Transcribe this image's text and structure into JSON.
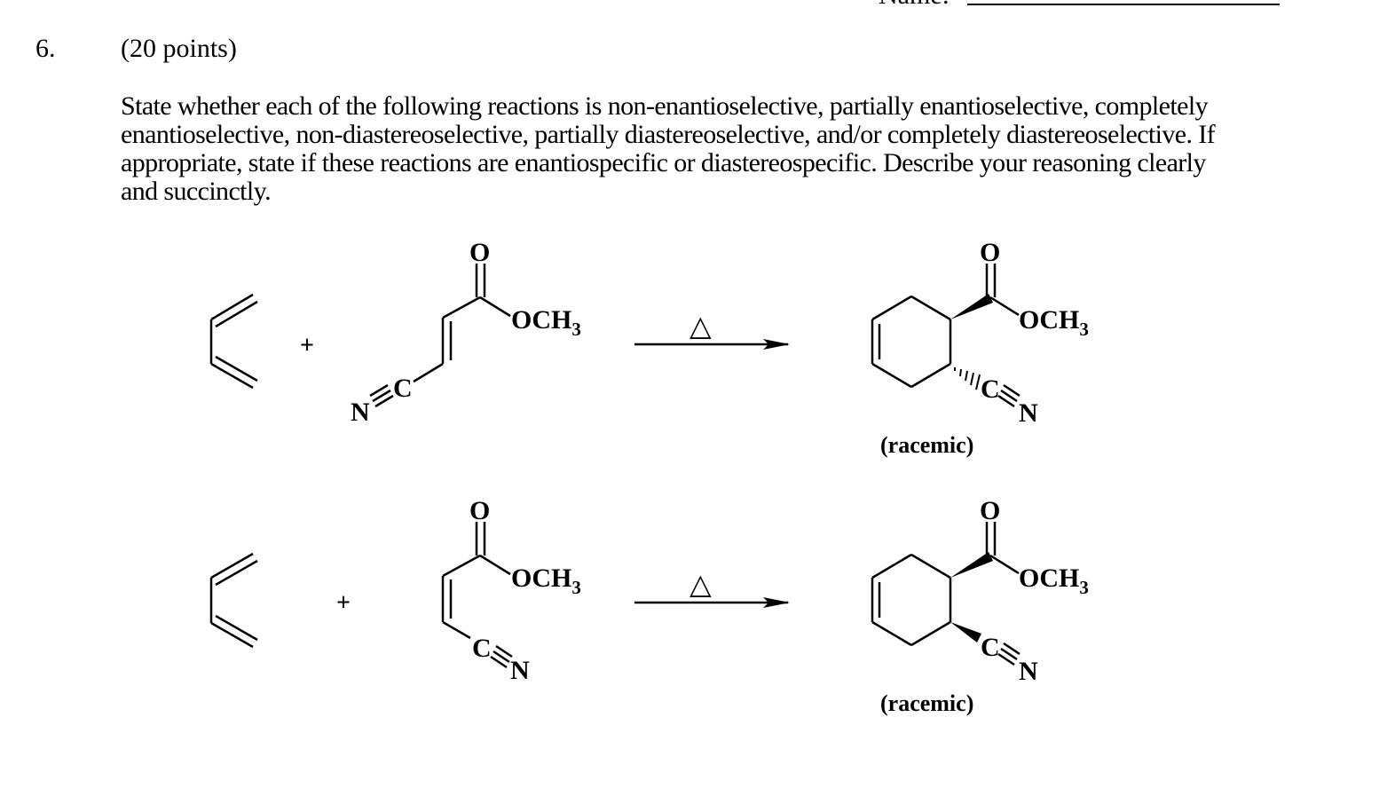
{
  "header": {
    "name_label": "Name:"
  },
  "question": {
    "number": "6.",
    "points": "(20 points)",
    "prompt": "State whether each of the following reactions is non-enantioselective, partially enantioselective, completely enantioselective, non-diastereoselective, partially diastereoselective, and/or completely diastereoselective.  If appropriate, state if these reactions are enantiospecific or diastereospecific.  Describe your reasoning clearly and succinctly."
  },
  "reactions": [
    {
      "plus": "+",
      "dienophile": {
        "carbonyl_o": "O",
        "ester": "OCH",
        "ester_sub": "3",
        "nitrile_n": "N",
        "nitrile_c": "C"
      },
      "condition": "△",
      "product": {
        "carbonyl_o": "O",
        "ester": "OCH",
        "ester_sub": "3",
        "nitrile_c": "C",
        "nitrile_n": "N",
        "label": "(racemic)"
      }
    },
    {
      "plus": "+",
      "dienophile": {
        "carbonyl_o": "O",
        "ester": "OCH",
        "ester_sub": "3",
        "nitrile_c": "C",
        "nitrile_n": "N"
      },
      "condition": "△",
      "product": {
        "carbonyl_o": "O",
        "ester": "OCH",
        "ester_sub": "3",
        "nitrile_c": "C",
        "nitrile_n": "N",
        "label": "(racemic)"
      }
    }
  ]
}
